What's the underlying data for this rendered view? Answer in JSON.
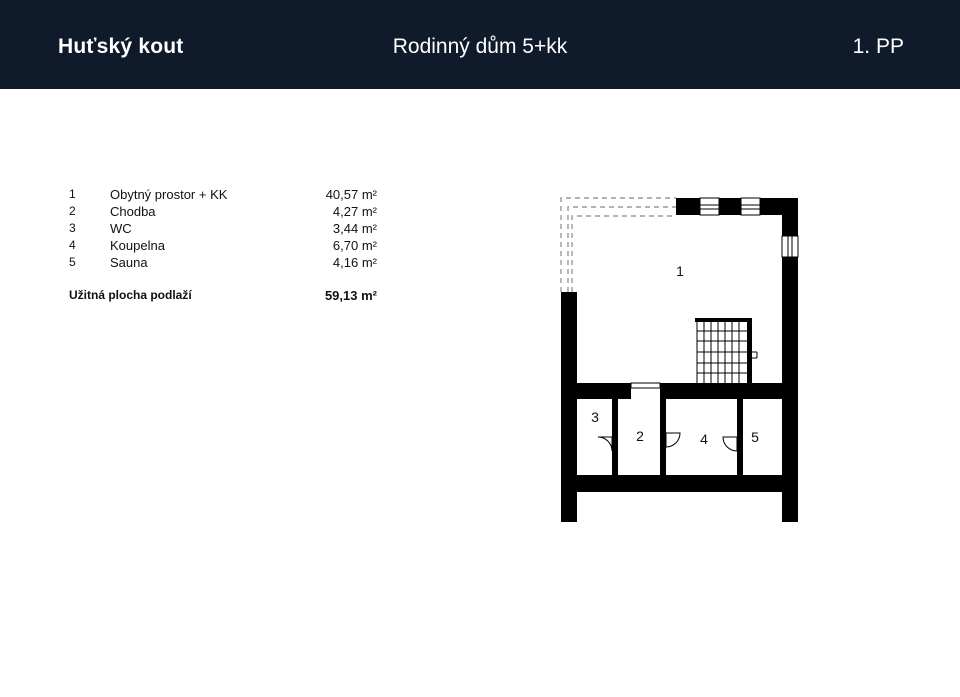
{
  "header": {
    "brand": "Huťský kout",
    "title": "Rodinný dům 5+kk",
    "floor": "1. PP"
  },
  "rooms": [
    {
      "num": "1",
      "name": "Obytný prostor + KK",
      "area": "40,57 m²"
    },
    {
      "num": "2",
      "name": "Chodba",
      "area": "4,27 m²"
    },
    {
      "num": "3",
      "name": "WC",
      "area": "3,44 m²"
    },
    {
      "num": "4",
      "name": "Koupelna",
      "area": "6,70 m²"
    },
    {
      "num": "5",
      "name": "Sauna",
      "area": "4,16 m²"
    }
  ],
  "total": {
    "label": "Užitná plocha podlaží",
    "area": "59,13 m²"
  },
  "plan_labels": {
    "r1": "1",
    "r2": "2",
    "r3": "3",
    "r4": "4",
    "r5": "5"
  },
  "colors": {
    "header_bg": "#0f1a2b",
    "header_text": "#ffffff",
    "wall": "#000000",
    "dashed_line": "#9a9a9a"
  }
}
